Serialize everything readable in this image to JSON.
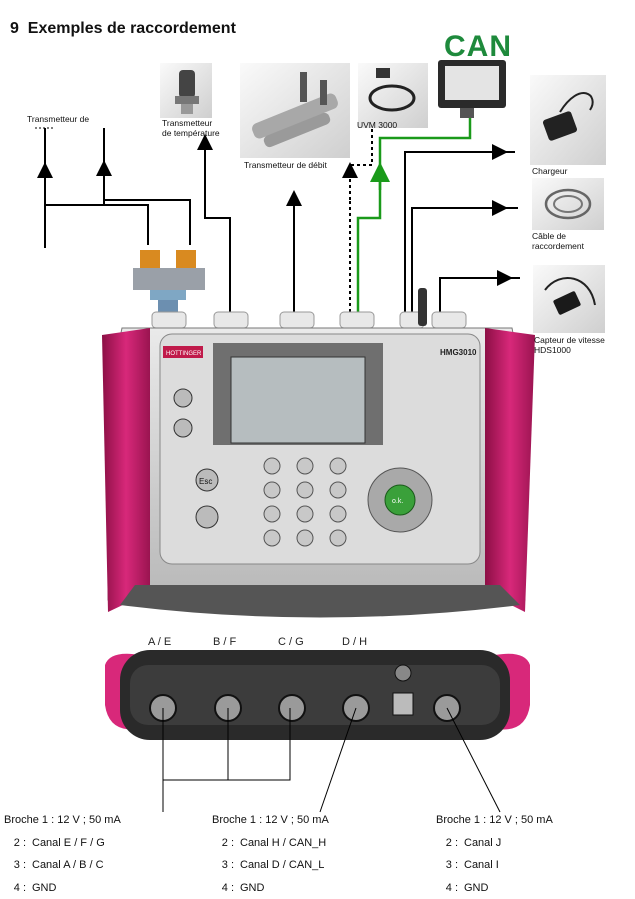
{
  "heading": {
    "number": "9",
    "title": "Exemples de raccordement"
  },
  "logo": "CAN",
  "device": {
    "brand": "HOTTINGER",
    "model": "HMG3010",
    "ok_label": "o.k.",
    "esc_label": "Esc"
  },
  "labels": {
    "transmitter_pressure": "Transmetteur de",
    "transmitter_temperature": [
      "Transmetteur",
      "de température"
    ],
    "transmitter_flow": "Transmetteur de débit",
    "uvm": "UVM 3000",
    "charger": "Chargeur",
    "cable": [
      "Câble de",
      "raccordement"
    ],
    "speed_sensor": [
      "Capteur de vitesse",
      "HDS1000"
    ]
  },
  "channels": [
    "A / E",
    "B / F",
    "C / G",
    "D / H"
  ],
  "pinouts": [
    {
      "pin1": "Broche 1 : 12 V ; 50 mA",
      "rows": [
        {
          "n": "2 :",
          "v": "Canal E / F / G"
        },
        {
          "n": "3 :",
          "v": "Canal A / B / C"
        },
        {
          "n": "4 :",
          "v": "GND"
        }
      ]
    },
    {
      "pin1": "Broche 1 : 12 V ; 50 mA",
      "rows": [
        {
          "n": "2 :",
          "v": "Canal H / CAN_H"
        },
        {
          "n": "3 :",
          "v": "Canal D / CAN_L"
        },
        {
          "n": "4 :",
          "v": "GND"
        }
      ]
    },
    {
      "pin1": "Broche 1 : 12 V ; 50 mA",
      "rows": [
        {
          "n": "2 :",
          "v": "Canal J"
        },
        {
          "n": "3 :",
          "v": "Canal I"
        },
        {
          "n": "4 :",
          "v": "GND"
        }
      ]
    }
  ]
}
